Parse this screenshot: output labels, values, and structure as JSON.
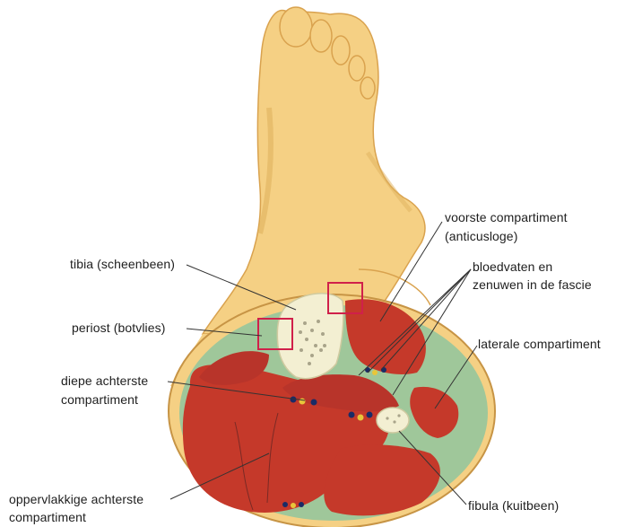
{
  "labels": {
    "voorste_line1": "voorste compartiment",
    "voorste_line2": "(anticusloge)",
    "tibia": "tibia (scheenbeen)",
    "bloedvaten_line1": "bloedvaten en",
    "bloedvaten_line2": "zenuwen in de fascie",
    "periost": "periost (botvlies)",
    "laterale": "laterale compartiment",
    "diepe_line1": "diepe achterste",
    "diepe_line2": "compartiment",
    "oppervlakkige_line1": "oppervlakkige achterste",
    "oppervlakkige_line2": "compartiment",
    "fibula": "fibula (kuitbeen)"
  },
  "colors": {
    "skin": "#f5d084",
    "skin_shadow": "#e0b25e",
    "fascia": "#9fc79a",
    "muscle": "#c5392a",
    "muscle_dark": "#a52a1f",
    "bone": "#f3efd2",
    "highlight_box": "#d0204a",
    "leader_line": "#333333"
  }
}
